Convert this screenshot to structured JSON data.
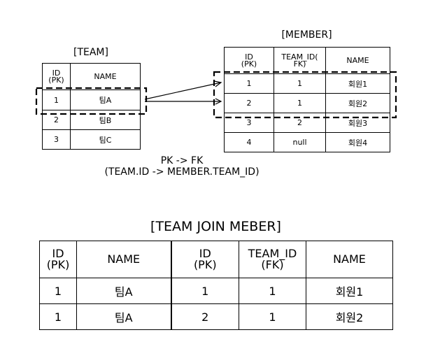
{
  "team_table": {
    "title": "[TEAM]",
    "headers": {
      "id_line1": "ID",
      "id_line2": "(PK)",
      "name": "NAME"
    },
    "rows": [
      {
        "id": "1",
        "name": "팀A"
      },
      {
        "id": "2",
        "name": "팀B"
      },
      {
        "id": "3",
        "name": "팀C"
      }
    ]
  },
  "member_table": {
    "title": "[MEMBER]",
    "headers": {
      "id_line1": "ID",
      "id_line2": "(PK)",
      "team_id_line1": "TEAM_ID(",
      "team_id_line2": "FK)",
      "name": "NAME"
    },
    "rows": [
      {
        "id": "1",
        "team_id": "1",
        "name": "회원1"
      },
      {
        "id": "2",
        "team_id": "1",
        "name": "회원2"
      },
      {
        "id": "3",
        "team_id": "2",
        "name": "회원3"
      },
      {
        "id": "4",
        "team_id": "null",
        "name": "회원4"
      }
    ]
  },
  "relation": {
    "line1": "PK -> FK",
    "line2": "(TEAM.ID -> MEMBER.TEAM_ID)"
  },
  "join_table": {
    "title": "[TEAM JOIN MEBER]",
    "headers": {
      "team_id_line1": "ID",
      "team_id_line2": "(PK)",
      "team_name": "NAME",
      "member_id_line1": "ID",
      "member_id_line2": "(PK)",
      "member_team_id_line1": "TEAM_ID",
      "member_team_id_line2": "(FK)",
      "member_name": "NAME"
    },
    "rows": [
      {
        "team_id": "1",
        "team_name": "팀A",
        "member_id": "1",
        "member_team_id": "1",
        "member_name": "회원1"
      },
      {
        "team_id": "1",
        "team_name": "팀A",
        "member_id": "2",
        "member_team_id": "1",
        "member_name": "회원2"
      }
    ]
  },
  "colors": {
    "line": "#000000",
    "background": "#ffffff"
  }
}
